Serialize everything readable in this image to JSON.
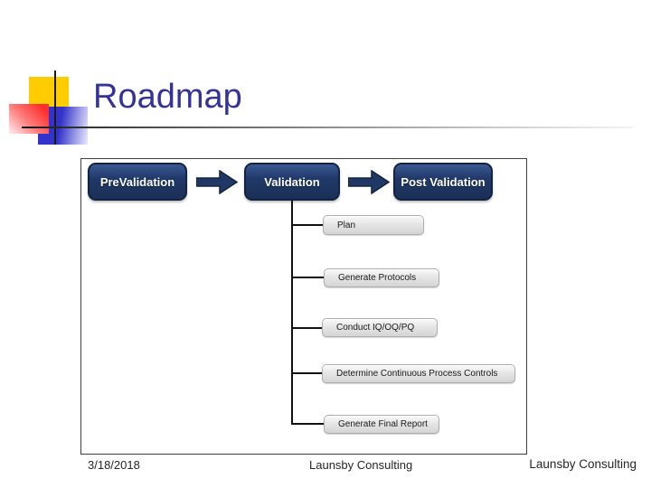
{
  "slide": {
    "title": "Roadmap",
    "diagram": {
      "stages": [
        {
          "label": "PreValidation"
        },
        {
          "label": "Validation"
        },
        {
          "label": "Post Validation"
        }
      ],
      "validation_steps": [
        "Plan",
        "Generate Protocols",
        "Conduct IQ/OQ/PQ",
        "Determine Continuous Process Controls",
        "Generate Final Report"
      ]
    },
    "footer": {
      "date": "3/18/2018",
      "center": "Launsby Consulting",
      "right": "Launsby Consulting"
    },
    "colors": {
      "title": "#333399",
      "stage_box": "#1F3864",
      "stage_border": "#122441",
      "step_box": "#E0E0E0",
      "connector": "#111111",
      "accent_yellow": "#FFCC00",
      "accent_red": "#FF2E2E",
      "accent_blue": "#3333CC"
    }
  }
}
